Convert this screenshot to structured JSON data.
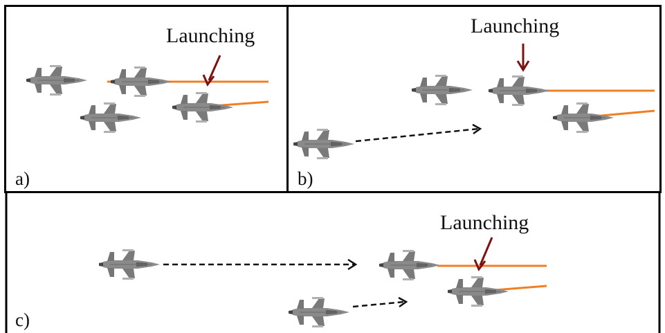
{
  "panels": {
    "a": {
      "letter": "a)",
      "annotation": "Launching"
    },
    "b": {
      "letter": "b)",
      "annotation": "Launching"
    },
    "c": {
      "letter": "c)",
      "annotation": "Launching"
    }
  },
  "colors": {
    "frame": "#000000",
    "trail": "#f07f24",
    "pointer_arrow": "#7b1212",
    "move_arrow": "#111111",
    "aircraft": "#8c8c8c"
  },
  "icons": {
    "aircraft": "fighter-jet-icon"
  }
}
